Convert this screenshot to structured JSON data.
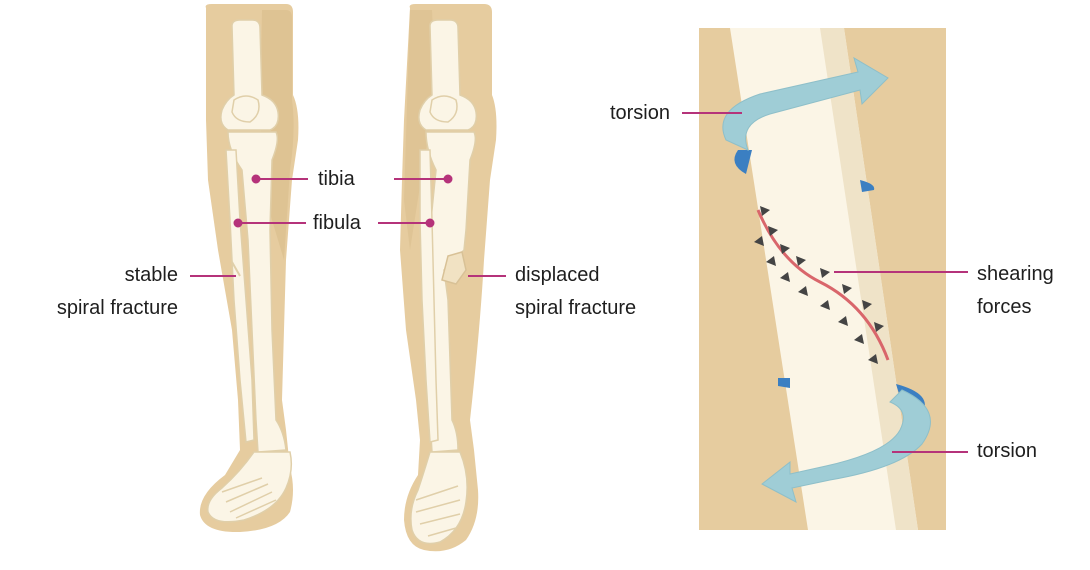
{
  "labels": {
    "tibia": "tibia",
    "fibula": "fibula",
    "stable_line1": "stable",
    "stable_line2": "spiral fracture",
    "displaced_line1": "displaced",
    "displaced_line2": "spiral fracture",
    "torsion_top": "torsion",
    "torsion_bottom": "torsion",
    "shearing_line1": "shearing",
    "shearing_line2": "forces"
  },
  "colors": {
    "skin": "#e6cc9f",
    "skin_dark": "#d6b987",
    "bone": "#fbf5e6",
    "bone_outline": "#e3d3b0",
    "leader": "#b5337a",
    "arrow": "#9fcdd6",
    "arrow_dark": "#3b7fc2",
    "fracture": "#d9666b",
    "shear_arrow": "#444444"
  }
}
